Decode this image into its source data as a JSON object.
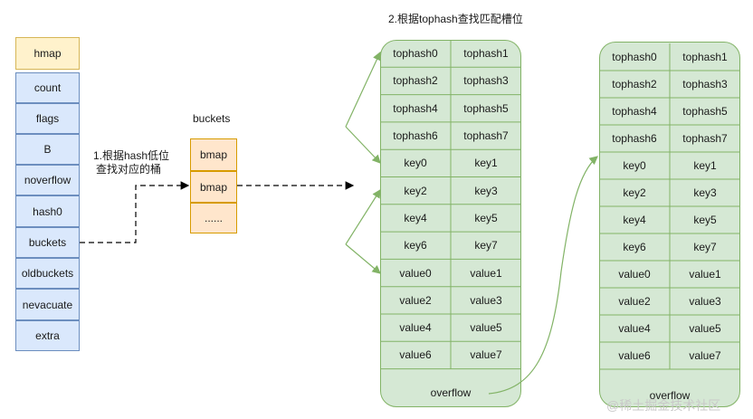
{
  "hmap": {
    "items": [
      "hmap",
      "count",
      "flags",
      "B",
      "noverflow",
      "hash0",
      "buckets",
      "oldbuckets",
      "nevacuate",
      "extra"
    ]
  },
  "buckets": {
    "title": "buckets",
    "items": [
      "bmap",
      "bmap",
      "......"
    ]
  },
  "step1": {
    "line1": "1.根据hash低位",
    "line2": "查找对应的桶"
  },
  "step2": {
    "text": "2.根据tophash查找匹配槽位"
  },
  "bucket_table": {
    "rows": [
      [
        "tophash0",
        "tophash1"
      ],
      [
        "tophash2",
        "tophash3"
      ],
      [
        "tophash4",
        "tophash5"
      ],
      [
        "tophash6",
        "tophash7"
      ],
      [
        "key0",
        "key1"
      ],
      [
        "key2",
        "key3"
      ],
      [
        "key4",
        "key5"
      ],
      [
        "key6",
        "key7"
      ],
      [
        "value0",
        "value1"
      ],
      [
        "value2",
        "value3"
      ],
      [
        "value4",
        "value5"
      ],
      [
        "value6",
        "value7"
      ]
    ],
    "overflow": "overflow"
  },
  "overflow_table": {
    "rows": [
      [
        "tophash0",
        "tophash1"
      ],
      [
        "tophash2",
        "tophash3"
      ],
      [
        "tophash4",
        "tophash5"
      ],
      [
        "tophash6",
        "tophash7"
      ],
      [
        "key0",
        "key1"
      ],
      [
        "key2",
        "key3"
      ],
      [
        "key4",
        "key5"
      ],
      [
        "key6",
        "key7"
      ],
      [
        "value0",
        "value1"
      ],
      [
        "value2",
        "value3"
      ],
      [
        "value4",
        "value5"
      ],
      [
        "value6",
        "value7"
      ]
    ],
    "overflow": "overflow"
  },
  "watermark": "@稀土掘金技术社区",
  "colors": {
    "hmap_fill": "#dae8fc",
    "hmap_border": "#6c8ebf",
    "header_fill": "#fff2cc",
    "header_border": "#d6b656",
    "bmap_fill": "#ffe6cc",
    "bmap_border": "#d79b00",
    "table_fill": "#d5e8d4",
    "table_border": "#82b366"
  }
}
